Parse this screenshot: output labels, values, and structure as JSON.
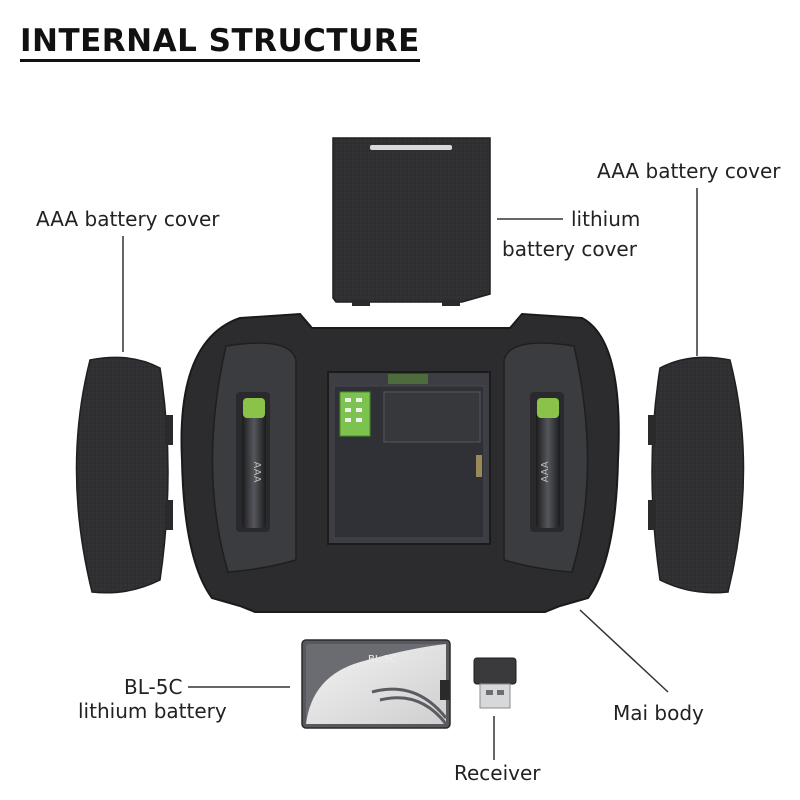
{
  "title": "INTERNAL STRUCTURE",
  "labels": {
    "aaa_cover_left": "AAA battery cover",
    "aaa_cover_right": "AAA battery cover",
    "lithium_cover_line1": "lithium",
    "lithium_cover_line2": "battery cover",
    "bl5c_line1": "BL-5C",
    "bl5c_line2": "lithium battery",
    "main_body": "Mai body",
    "receiver": "Receiver"
  },
  "battery_print": {
    "model": "BL-5C"
  },
  "cell_print": "AAA",
  "colors": {
    "cover": "#2f2f31",
    "body": "#2b2b2d",
    "frame": "#3c3d42",
    "cell_cap": "#8bc34a",
    "pcb": "#7cc24e",
    "battery": "#e8e8e8"
  }
}
